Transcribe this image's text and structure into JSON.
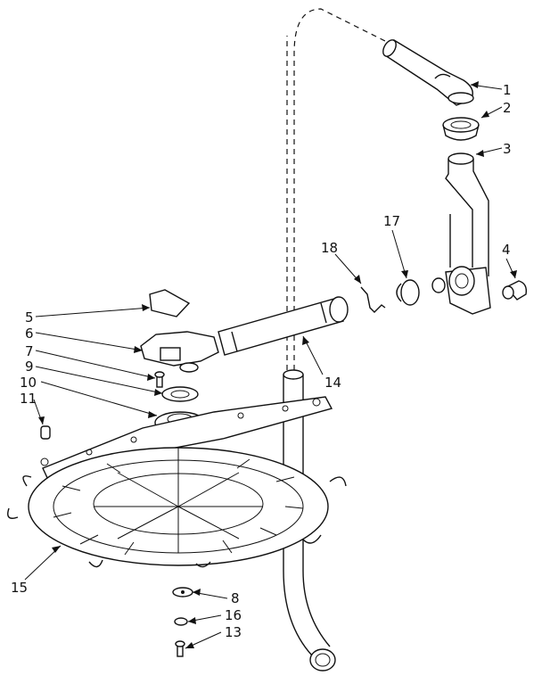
{
  "callouts": [
    {
      "id": "c1",
      "text": "1"
    },
    {
      "id": "c2",
      "text": "2"
    },
    {
      "id": "c3",
      "text": "3"
    },
    {
      "id": "c4",
      "text": "4"
    },
    {
      "id": "c5",
      "text": "5"
    },
    {
      "id": "c6",
      "text": "6"
    },
    {
      "id": "c7",
      "text": "7"
    },
    {
      "id": "c8",
      "text": "8"
    },
    {
      "id": "c9",
      "text": "9"
    },
    {
      "id": "c10",
      "text": "10"
    },
    {
      "id": "c11",
      "text": "11"
    },
    {
      "id": "c13",
      "text": "13"
    },
    {
      "id": "c14",
      "text": "14"
    },
    {
      "id": "c15",
      "text": "15"
    },
    {
      "id": "c16",
      "text": "16"
    },
    {
      "id": "c17",
      "text": "17"
    },
    {
      "id": "c18",
      "text": "18"
    }
  ]
}
